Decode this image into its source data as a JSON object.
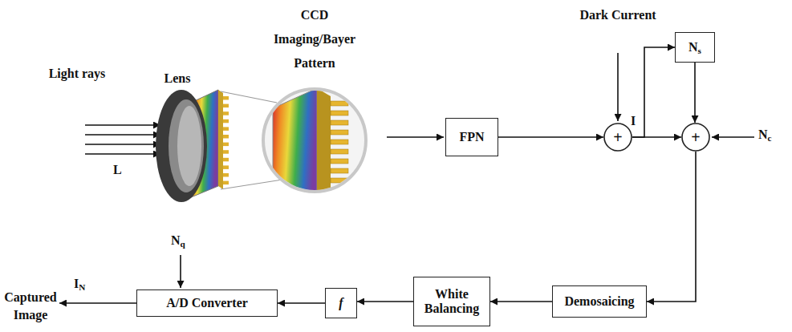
{
  "diagram": {
    "nodes": [
      {
        "text": [
          "FPN"
        ]
      },
      {
        "text": [
          "+"
        ]
      },
      {
        "text": [
          "Ns"
        ]
      },
      {
        "text": [
          "+"
        ]
      },
      {
        "text": [
          "Demosaicing"
        ]
      },
      {
        "text": [
          "White Balancing"
        ]
      },
      {
        "text": [
          "f"
        ]
      },
      {
        "text": [
          "A/D Converter"
        ]
      }
    ],
    "edges": [
      {
        "from": 0,
        "to": 1,
        "arrow": "to"
      },
      {
        "from": 1,
        "to": 3,
        "arrow": "to"
      },
      {
        "from": 1,
        "to": 2,
        "arrow": "to"
      },
      {
        "from": 2,
        "to": 3,
        "arrow": "to"
      },
      {
        "from": 3,
        "to": 4,
        "arrow": "to"
      },
      {
        "from": 4,
        "to": 5,
        "arrow": "to"
      },
      {
        "from": 5,
        "to": 6,
        "arrow": "to"
      },
      {
        "from": 6,
        "to": 7,
        "arrow": "to"
      }
    ],
    "labels": [
      "Light rays",
      "L",
      "Lens",
      "CCD Imaging/Bayer Pattern",
      "Dark Current",
      "I",
      "Nc",
      "Nq",
      "IN",
      "Captured Image"
    ]
  }
}
